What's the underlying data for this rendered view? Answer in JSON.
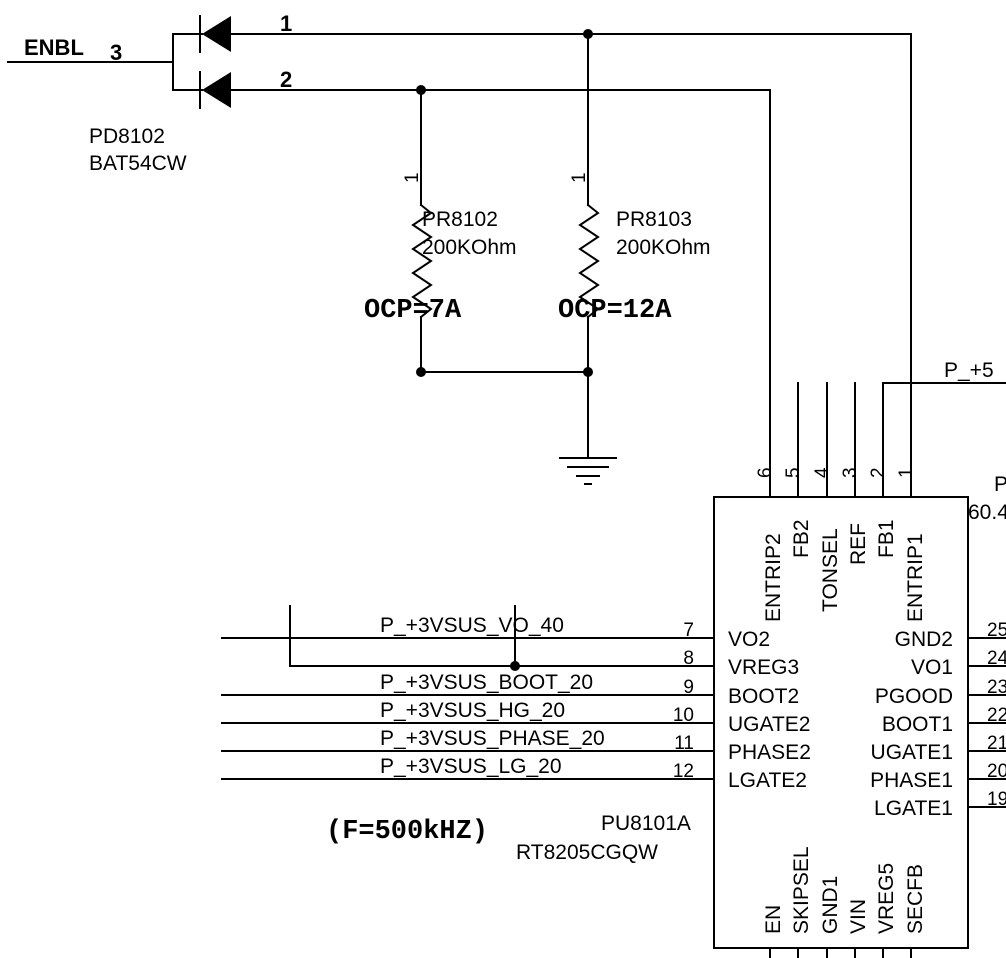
{
  "nets": {
    "enbl": "ENBL",
    "enbl_pin": "3",
    "diode_pin1": "1",
    "diode_pin2": "2",
    "p5v": "P_+5",
    "vo_40": "P_+3VSUS_VO_40",
    "boot_20": "P_+3VSUS_BOOT_20",
    "hg_20": "P_+3VSUS_HG_20",
    "phase_20": "P_+3VSUS_PHASE_20",
    "lg_20": "P_+3VSUS_LG_20"
  },
  "diode": {
    "ref": "PD8102",
    "part": "BAT54CW"
  },
  "resistors": [
    {
      "ref": "PR8102",
      "value": "200KOhm",
      "pin": "1",
      "note": "OCP=7A"
    },
    {
      "ref": "PR8103",
      "value": "200KOhm",
      "pin": "1",
      "note": "OCP=12A"
    }
  ],
  "ic": {
    "ref": "PU8101A",
    "part": "RT8205CGQW",
    "freq_note": "(F=500kHZ)",
    "top_pins": [
      {
        "num": "6",
        "name": "ENTRIP2"
      },
      {
        "num": "5",
        "name": "FB2"
      },
      {
        "num": "4",
        "name": "TONSEL"
      },
      {
        "num": "3",
        "name": "REF"
      },
      {
        "num": "2",
        "name": "FB1"
      },
      {
        "num": "1",
        "name": "ENTRIP1"
      }
    ],
    "left_pins": [
      {
        "num": "7",
        "name": "VO2"
      },
      {
        "num": "8",
        "name": "VREG3"
      },
      {
        "num": "9",
        "name": "BOOT2"
      },
      {
        "num": "10",
        "name": "UGATE2"
      },
      {
        "num": "11",
        "name": "PHASE2"
      },
      {
        "num": "12",
        "name": "LGATE2"
      }
    ],
    "right_pins": [
      {
        "num": "25",
        "name": "GND2"
      },
      {
        "num": "24",
        "name": "VO1"
      },
      {
        "num": "23",
        "name": "PGOOD"
      },
      {
        "num": "22",
        "name": "BOOT1"
      },
      {
        "num": "21",
        "name": "UGATE1"
      },
      {
        "num": "20",
        "name": "PHASE1"
      },
      {
        "num": "19",
        "name": "LGATE1"
      }
    ],
    "bottom_pins": [
      {
        "name": "EN"
      },
      {
        "name": "SKIPSEL"
      },
      {
        "name": "GND1"
      },
      {
        "name": "VIN"
      },
      {
        "name": "VREG5"
      },
      {
        "name": "SECFB"
      }
    ]
  },
  "partial_labels": {
    "p": "P",
    "value_60": "60.4"
  }
}
